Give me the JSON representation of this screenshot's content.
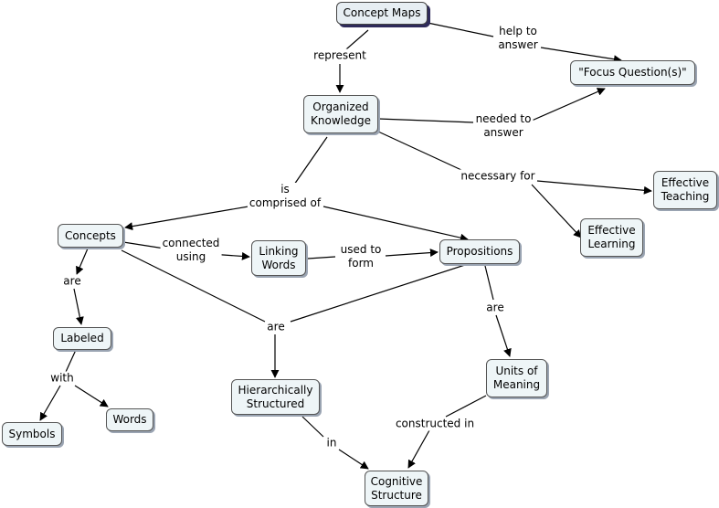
{
  "nodes": {
    "concept_maps": "Concept Maps",
    "focus_questions": "\"Focus Question(s)\"",
    "organized_knowledge": "Organized\nKnowledge",
    "effective_teaching": "Effective\nTeaching",
    "effective_learning": "Effective\nLearning",
    "concepts": "Concepts",
    "linking_words": "Linking\nWords",
    "propositions": "Propositions",
    "labeled": "Labeled",
    "symbols": "Symbols",
    "words": "Words",
    "hierarchically_structured": "Hierarchically\nStructured",
    "units_of_meaning": "Units of\nMeaning",
    "cognitive_structure": "Cognitive\nStructure"
  },
  "links": {
    "represent": "represent",
    "help_to_answer": "help to\nanswer",
    "needed_to_answer": "needed to\nanswer",
    "necessary_for": "necessary for",
    "is_comprised_of": "is\ncomprised of",
    "connected_using": "connected\nusing",
    "used_to_form": "used to\nform",
    "are_concepts": "are",
    "with": "with",
    "are_hierarchy": "are",
    "are_propositions": "are",
    "constructed_in": "constructed in",
    "in": "in"
  },
  "colors": {
    "node_fill": "#eef5f7",
    "node_border": "#555555",
    "root_shadow": "#2e2a5a",
    "edge": "#000000"
  }
}
